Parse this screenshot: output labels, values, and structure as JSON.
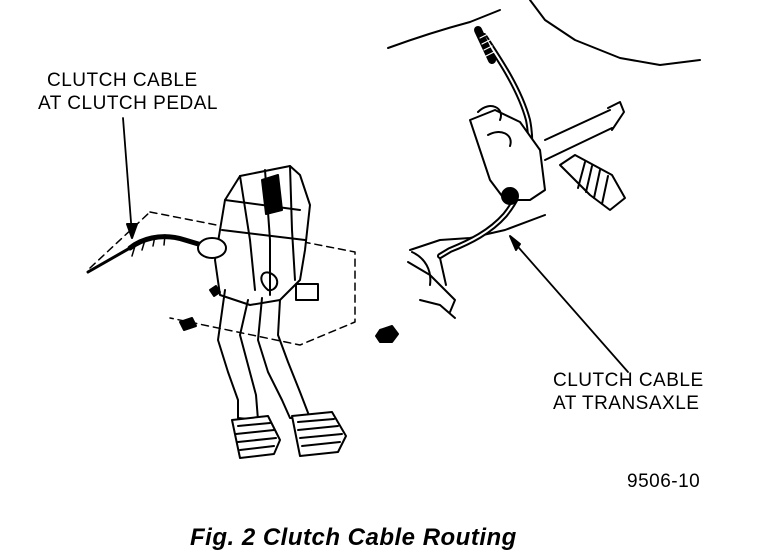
{
  "labels": {
    "pedal_line1": "CLUTCH CABLE",
    "pedal_line2": "AT CLUTCH PEDAL",
    "transaxle_line1": "CLUTCH CABLE",
    "transaxle_line2": "AT TRANSAXLE",
    "figure_number": "9506-10",
    "caption": "Fig. 2 Clutch Cable Routing"
  },
  "icons": [
    "clutch-pedal-assembly-icon",
    "transaxle-cable-end-icon"
  ],
  "colors": {
    "ink": "#000000",
    "paper": "#ffffff"
  }
}
